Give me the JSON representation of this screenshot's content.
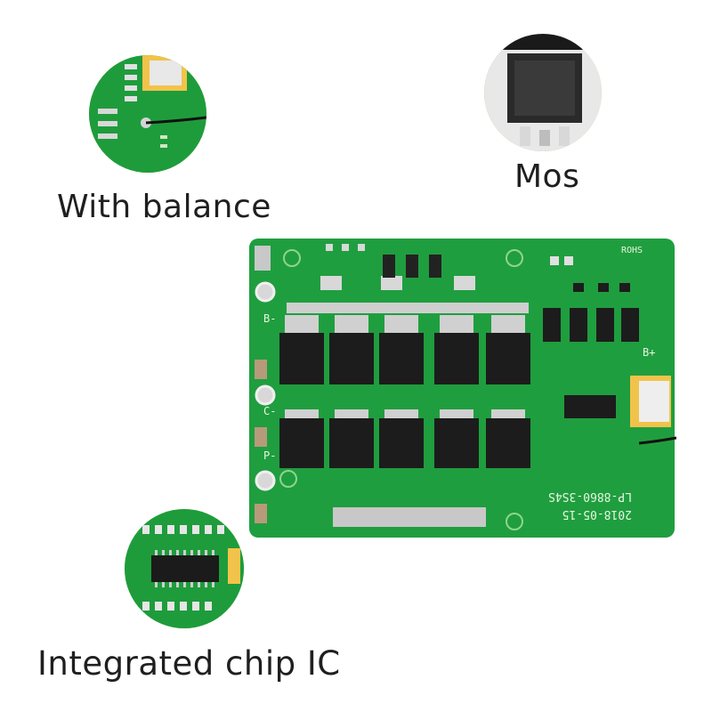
{
  "captions": {
    "balance": "With balance",
    "mos": "Mos",
    "ic": "Integrated chip IC"
  },
  "board": {
    "silk_rohs": "ROHS",
    "silk_model": "LP-8860-3S4S",
    "silk_date": "2018-05-15",
    "label_b_minus": "B-",
    "label_c_minus": "C-",
    "label_p_minus": "P-",
    "label_b_plus": "B+"
  },
  "colors": {
    "pcb_green": "#1f9e3f",
    "accent_green": "#79c93a",
    "mosfet_black": "#1c1c1c",
    "connector": "#f2c34a"
  }
}
